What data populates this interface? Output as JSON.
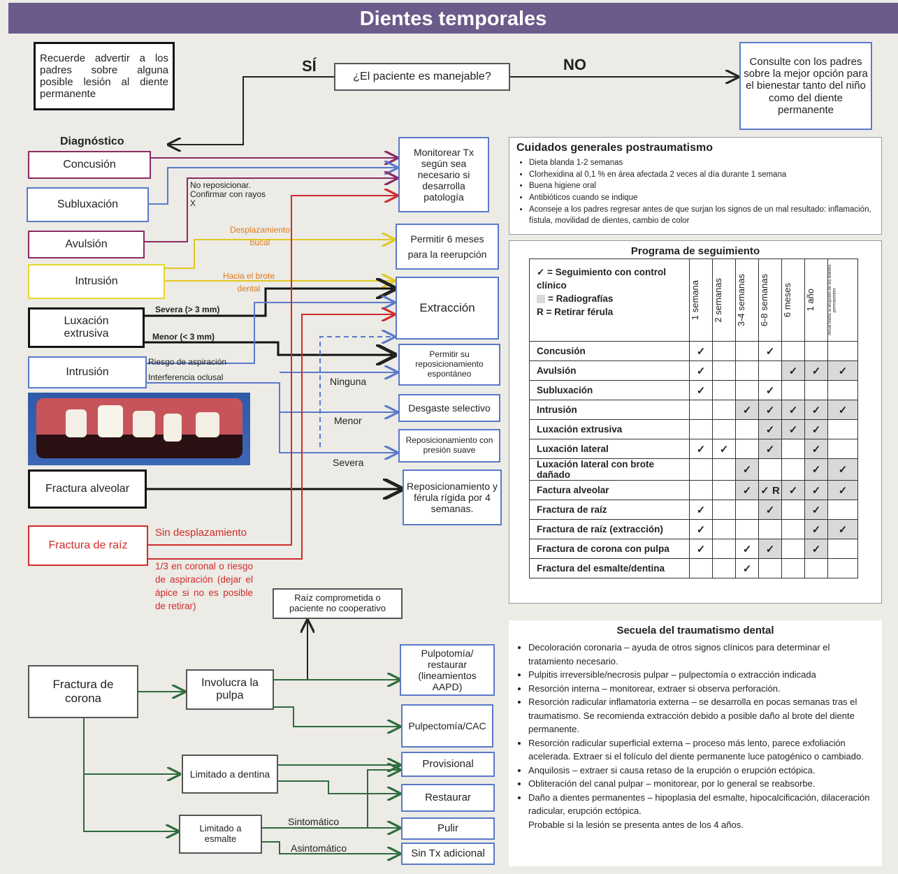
{
  "title": "Dientes temporales",
  "reminder": "Recuerde advertir a los padres sobre alguna posible lesión al diente permanente",
  "question": "¿El paciente es manejable?",
  "yes": "SÍ",
  "no": "NO",
  "consult": "Consulte con los padres sobre la mejor opción para el bienestar tanto del niño como del diente permanente",
  "diagnosis_heading": "Diagnóstico",
  "diagnoses": {
    "concusion": "Concusión",
    "subluxacion": "Subluxación",
    "avulsion": "Avulsión",
    "intrusion1": "Intrusión",
    "luxacion": "Luxación extrusiva",
    "intrusion2": "Intrusión",
    "alveolar": "Fractura alveolar",
    "raiz": "Fractura de raíz",
    "corona": "Fractura de corona"
  },
  "treatments": {
    "monitorear": "Monitorear Tx según sea necesario si desarrolla patología",
    "reerupcion": "Permitir 6 meses para la reerupción",
    "extraccion": "Extracción",
    "reposicionamiento": "Permitir su reposicionamiento espontáneo",
    "desgaste": "Desgaste selectivo",
    "presion": "Reposicionamiento con presión suave",
    "ferula": "Reposicionamiento y férula rígida por 4 semanas.",
    "raiz_comprometida": "Raíz comprometida o paciente no cooperativo",
    "pulpotomia": "Pulpotomía/ restaurar (lineamientos AAPD)",
    "pulpectomia": "Pulpectomía/CAC",
    "provisional": "Provisional",
    "restaurar": "Restaurar",
    "pulir": "Pulir",
    "sin_tx": "Sin Tx adicional",
    "involucra_pulpa": "Involucra la pulpa",
    "limitado_dentina": "Limitado a dentina",
    "limitado_esmalte": "Limitado a esmalte"
  },
  "labels": {
    "no_reposicionar": "No reposicionar. Confirmar con rayos X",
    "desplazamiento_bucal": "Desplazamiento bucal",
    "hacia_brote": "Hacia el brote dental",
    "severa": "Severa (> 3 mm)",
    "menor": "Menor (< 3 mm)",
    "riesgo": "Riesgo de aspiración",
    "interferencia": "Interferencia oclusal",
    "ninguna": "Ninguna",
    "menor2": "Menor",
    "severa2": "Severa",
    "sin_desplazamiento": "Sin desplazamiento",
    "coronal": "1/3 en coronal o riesgo de aspiración (dejar el ápice si no es posible de retirar)",
    "sintomatico": "Sintomático",
    "asintomatico": "Asintomático"
  },
  "care": {
    "title": "Cuidados generales postraumatismo",
    "items": [
      "Dieta blanda 1-2 semanas",
      "Clorhexidina al 0,1 % en área afectada 2 veces al día durante 1 semana",
      "Buena higiene oral",
      "Antibióticos cuando se indique",
      "Aconseje a los padres regresar antes de que surjan los signos de un mal resultado: inflamación, fístula, movilidad de dientes, cambio de color"
    ]
  },
  "followup": {
    "title": "Programa de seguimiento",
    "legend_check": "✓ = Seguimiento con control clínico",
    "legend_xray": "= Radiografías",
    "legend_r": "R = Retirar férula",
    "columns": [
      "1 semana",
      "2 semanas",
      "3-4 semanas",
      "6-8 semanas",
      "6 meses",
      "1 año",
      "Anual hasta la erupción de los dientes permanentes"
    ],
    "rows": [
      {
        "name": "Concusión",
        "cells": [
          "✓",
          "",
          "",
          "✓",
          "",
          "",
          ""
        ]
      },
      {
        "name": "Avulsión",
        "cells": [
          "✓",
          "",
          "",
          "",
          "✓",
          "✓",
          "✓"
        ]
      },
      {
        "name": "Subluxación",
        "cells": [
          "✓",
          "",
          "",
          "✓",
          "",
          "",
          ""
        ]
      },
      {
        "name": "Intrusión",
        "cells": [
          "",
          "",
          "✓",
          "✓",
          "✓",
          "✓",
          "✓"
        ]
      },
      {
        "name": "Luxación extrusiva",
        "cells": [
          "",
          "",
          "",
          "✓",
          "✓",
          "✓",
          ""
        ]
      },
      {
        "name": "Luxación lateral",
        "cells": [
          "✓",
          "✓",
          "",
          "✓",
          "",
          "✓",
          ""
        ]
      },
      {
        "name": "Luxación lateral con brote dañado",
        "cells": [
          "",
          "",
          "✓",
          "",
          "",
          "✓",
          "✓"
        ]
      },
      {
        "name": "Factura alveolar",
        "cells": [
          "",
          "",
          "✓",
          "✓ R",
          "✓",
          "✓",
          "✓"
        ]
      },
      {
        "name": "Fractura de raíz",
        "cells": [
          "✓",
          "",
          "",
          "✓",
          "",
          "✓",
          ""
        ]
      },
      {
        "name": "Fractura de raíz (extracción)",
        "cells": [
          "✓",
          "",
          "",
          "",
          "",
          "✓",
          "✓"
        ]
      },
      {
        "name": "Fractura de corona con pulpa",
        "cells": [
          "✓",
          "",
          "✓",
          "✓",
          "",
          "✓",
          ""
        ]
      },
      {
        "name": "Fractura del esmalte/dentina",
        "cells": [
          "",
          "",
          "✓",
          "",
          "",
          "",
          ""
        ]
      }
    ]
  },
  "sequelae": {
    "title": "Secuela del traumatismo dental",
    "items": [
      "Decoloración coronaria – ayuda de otros signos clínicos para determinar el tratamiento necesario.",
      "Pulpitis irreversible/necrosis pulpar – pulpectomía o extracción indicada",
      "Resorción interna – monitorear, extraer si observa perforación.",
      "Resorción radicular inflamatoria externa – se desarrolla en pocas semanas tras el traumatismo. Se recomienda extracción debido a posible daño al brote del diente permanente.",
      "Resorción radicular superficial externa – proceso más lento, parece exfoliación acelerada. Extraer si el folículo del diente permanente luce patogénico o cambiado.",
      "Anquilosis – extraer si causa retaso de la erupción o erupción ectópica.",
      "Obliteración del canal pulpar – monitorear, por lo general se reabsorbe.",
      "Daño a dientes permanentes – hipoplasia del esmalte, hipocalcificación, dilaceración radicular, erupción ectópica."
    ],
    "note": "Probable si la lesión se presenta antes de los 4 años."
  }
}
